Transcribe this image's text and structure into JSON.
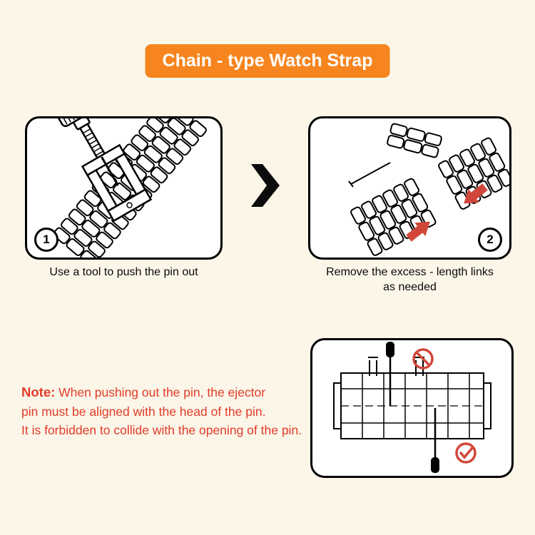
{
  "title": {
    "label": "Chain - type Watch Strap"
  },
  "steps": [
    {
      "number": "1",
      "caption": "Use a tool to push the pin out"
    },
    {
      "number": "2",
      "caption_line1": "Remove the excess - length links",
      "caption_line2": "as needed"
    }
  ],
  "note": {
    "label": "Note:",
    "line1": "When pushing out the pin, the ejector",
    "line2": "pin must be aligned with the head of the pin.",
    "line3": "It is forbidden to collide with the opening of the pin."
  },
  "icons": {
    "next_arrow": "chevron-right",
    "prohibited": "no-collision",
    "check": "correct-alignment"
  },
  "colors": {
    "background": "#FBF6E8",
    "banner_orange": "#F6851F",
    "note_red": "#E23B2A",
    "accent_red": "#D0473A",
    "line_black": "#000000",
    "panel_white": "#FFFFFF"
  }
}
